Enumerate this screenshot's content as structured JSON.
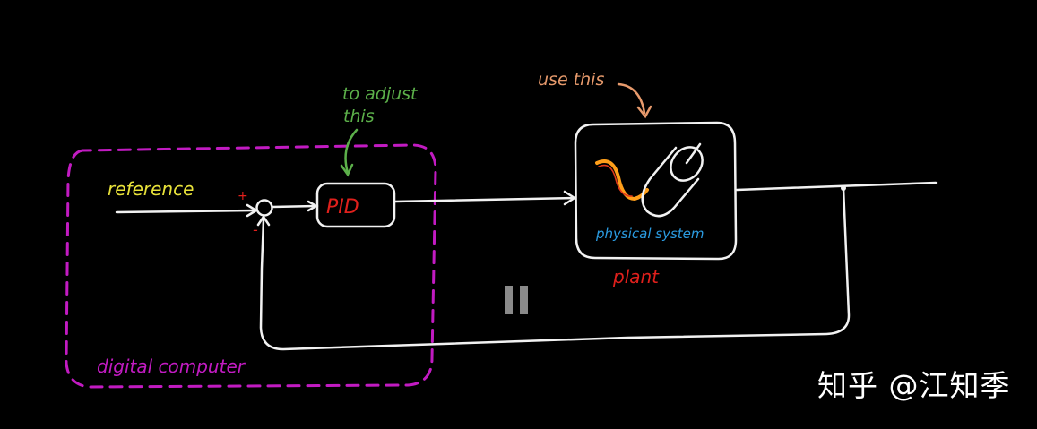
{
  "labels": {
    "reference": "reference",
    "plus": "+",
    "minus": "-",
    "pid": "PID",
    "adjust_line1": "to adjust",
    "adjust_line2": "this",
    "use_this": "use this",
    "physical_system": "physical system",
    "plant": "plant",
    "digital_computer": "digital computer"
  },
  "overlay": {
    "pause_icon": "pause-icon"
  },
  "watermark": "知乎 @江知季",
  "colors": {
    "background": "#000000",
    "line": "#f2f2f2",
    "dashed_box": "#c21bc2",
    "reference": "#e8e23a",
    "pid": "#e0201c",
    "adjust": "#5cb04a",
    "use_this": "#e79a6c",
    "physical_system": "#2b9be0",
    "plant": "#e0201c",
    "spring_outer": "#ff9f1a",
    "spring_inner": "#e03a1a",
    "pause": "#8a8a8a",
    "watermark": "#ffffff"
  }
}
